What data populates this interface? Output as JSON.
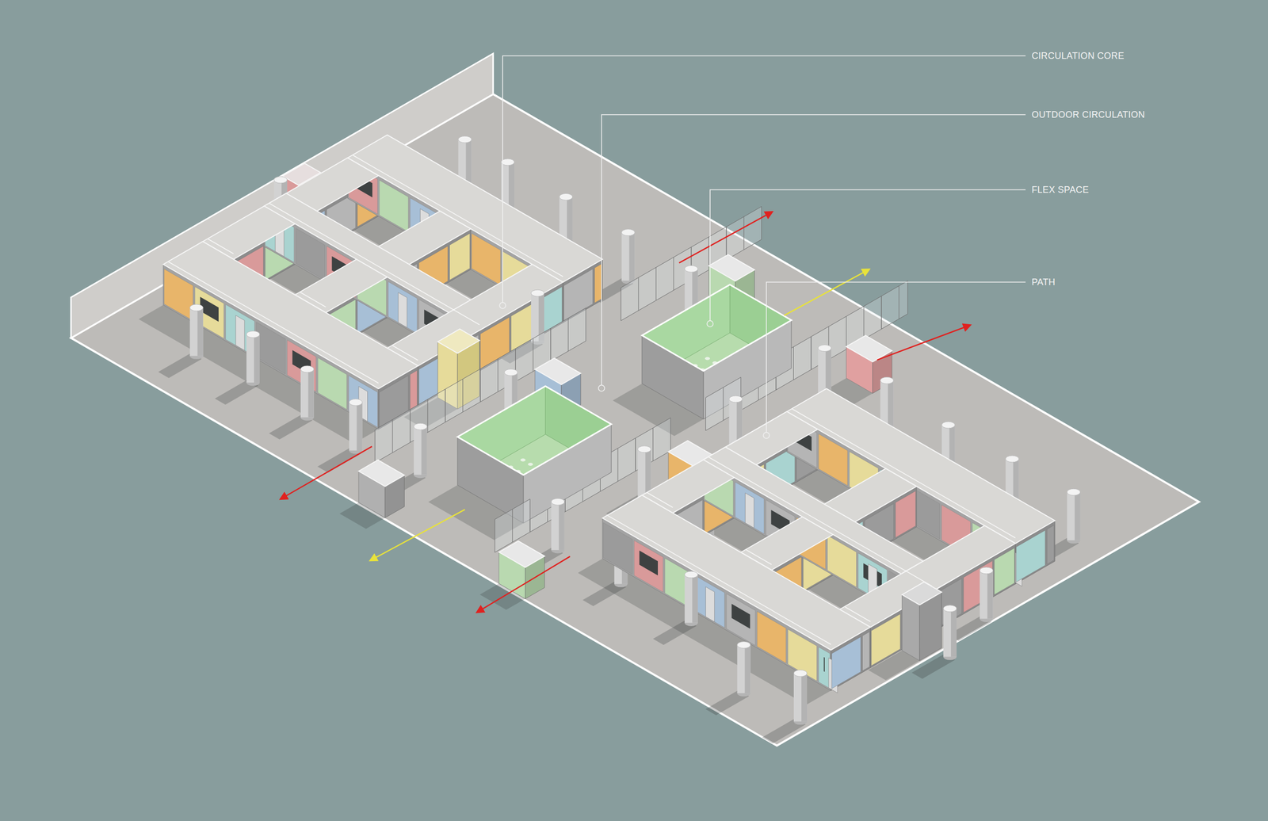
{
  "diagram": {
    "labels": [
      "CIRCULATION CORE",
      "OUTDOOR CIRCULATION",
      "FLEX SPACE",
      "PATH"
    ]
  }
}
